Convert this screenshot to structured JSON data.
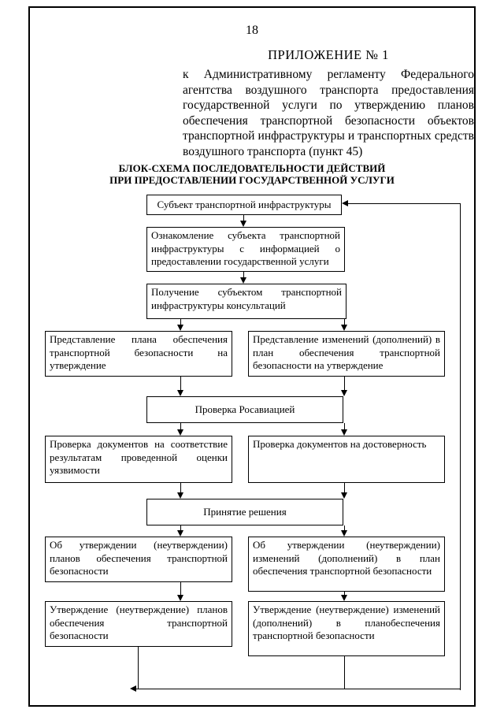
{
  "page": {
    "number": "18",
    "appendix_title": "ПРИЛОЖЕНИЕ № 1",
    "regulation_reference": "к Административному регламенту Федерального агентства воздушного транспорта предоставления государственной услуги по утверждению планов обеспечения транспортной безопасности объектов транспортной инфраструктуры и транспортных средств воздушного транспорта (пункт 45)",
    "flowchart_title_line1": "БЛОК-СХЕМА ПОСЛЕДОВАТЕЛЬНОСТИ ДЕЙСТВИЙ",
    "flowchart_title_line2": "ПРИ ПРЕДОСТАВЛЕНИИ ГОСУДАРСТВЕННОЙ УСЛУГИ"
  },
  "flowchart": {
    "boxes": [
      {
        "id": "subject",
        "text": "Субъект транспортной инфраструктуры"
      },
      {
        "id": "familiarization",
        "text": "Ознакомление субъекта транспортной инфраструктуры с информацией о предоставлении государственной услуги"
      },
      {
        "id": "consultations",
        "text": "Получение субъектом транспортной инфраструктуры консультаций"
      },
      {
        "id": "plan-submission",
        "text": "Представление плана обеспечения транспортной безопасности на утверждение"
      },
      {
        "id": "changes-submission",
        "text": "Представление изменений (дополнений) в план обеспечения транспортной безопасности на утверждение"
      },
      {
        "id": "rosaviation-check",
        "text": "Проверка Росавиацией"
      },
      {
        "id": "conformity-check",
        "text": "Проверка документов на соответствие результатам проведенной оценки уязвимости"
      },
      {
        "id": "reliability-check",
        "text": "Проверка документов на достоверность"
      },
      {
        "id": "decision",
        "text": "Принятие решения"
      },
      {
        "id": "plans-decision",
        "text": "Об утверждении (неутверждении) планов обеспечения транспортной безопасности"
      },
      {
        "id": "changes-decision",
        "text": "Об утверждении (неутверждении) изменений (дополнений) в план обеспечения транспортной безопасности"
      },
      {
        "id": "plans-approval",
        "text": "Утверждение (неутверждение) планов обеспечения транспортной безопасности"
      },
      {
        "id": "changes-approval",
        "text": "Утверждение (неутверждение) изменений (дополнений) в планобеспечения транспортной безопасности"
      }
    ]
  },
  "colors": {
    "ink": "#000000",
    "paper": "#ffffff"
  }
}
